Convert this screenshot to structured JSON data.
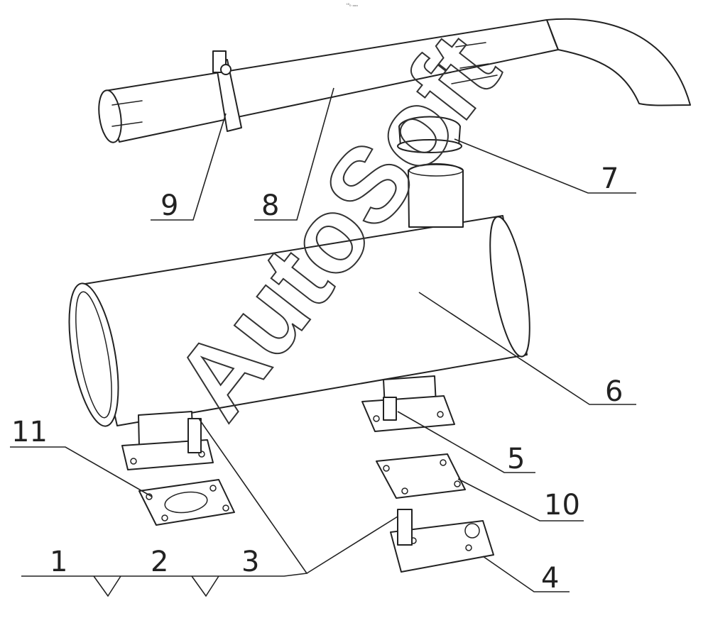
{
  "watermark": "AutoSoft",
  "top_mark": "ᵗ⁰₀ ₒₒₒ",
  "part_numbers": {
    "p1": "1",
    "p2": "2",
    "p3": "3",
    "p4": "4",
    "p5": "5",
    "p6": "6",
    "p7": "7",
    "p8": "8",
    "p9": "9",
    "p10": "10",
    "p11": "11"
  },
  "colors": {
    "line": "#222222",
    "background": "#ffffff"
  }
}
